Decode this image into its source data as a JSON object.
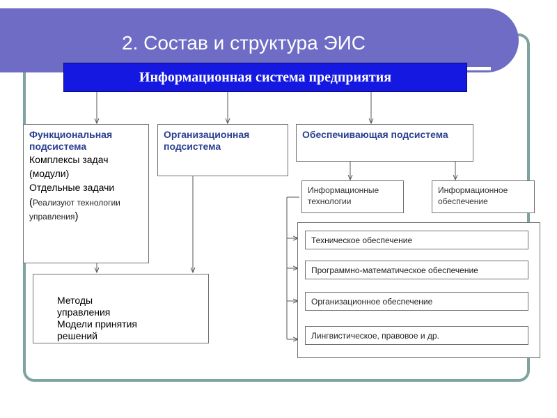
{
  "slide": {
    "title": "2. Состав и структура ЭИС"
  },
  "diagram": {
    "root": "Информационная система предприятия",
    "functional": {
      "title": "Функциональная подсистема",
      "line1": "Комплексы задач",
      "line2": "(модули)",
      "line3": "Отдельные задачи",
      "note_open": "(",
      "note_text": "Реализуют технологии управления",
      "note_close": ")"
    },
    "organizational": {
      "title": "Организационная подсистема"
    },
    "supporting": {
      "title": "Обеспечивающая подсистема"
    },
    "info_technologies": "Информационные технологии",
    "info_support": "Информационное обеспечение",
    "methods": {
      "line1": "Методы управления",
      "line2": "Модели принятия решений"
    },
    "support_items": [
      "Техническое обеспечение",
      "Программно-математическое обеспечение",
      "Организационное обеспечение",
      "Лингвистическое, правовое и др."
    ]
  },
  "colors": {
    "banner": "#6e6cc4",
    "frame": "#7fa3a0",
    "header": "#1518e0",
    "subsystem_title": "#2a3f8f"
  }
}
